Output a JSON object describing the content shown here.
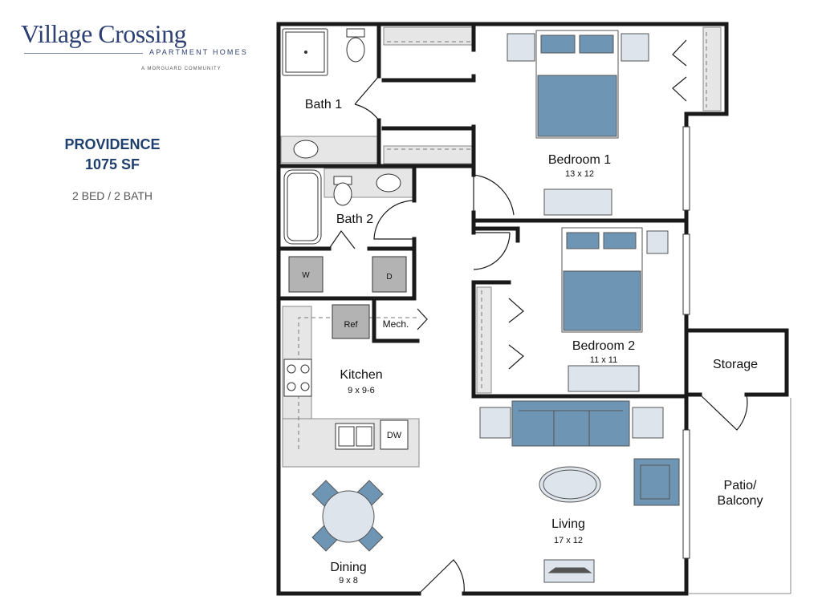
{
  "brand": {
    "title": "Village Crossing",
    "subtitle": "APARTMENT HOMES",
    "tagline": "A MORGUARD COMMUNITY"
  },
  "plan": {
    "name": "PROVIDENCE",
    "sqft": "1075 SF",
    "beds_baths": "2 BED / 2 BATH"
  },
  "rooms": {
    "bath1": "Bath 1",
    "bath2": "Bath 2",
    "bedroom1": "Bedroom 1",
    "bedroom1_size": "13 x 12",
    "bedroom2": "Bedroom 2",
    "bedroom2_size": "11 x 11",
    "kitchen": "Kitchen",
    "kitchen_size": "9 x 9-6",
    "living": "Living",
    "living_size": "17 x 12",
    "dining": "Dining",
    "dining_size": "9 x 8",
    "storage": "Storage",
    "patio_line1": "Patio/",
    "patio_line2": "Balcony",
    "mech": "Mech.",
    "ref": "Ref",
    "washer": "W",
    "dryer": "D",
    "dishwasher": "DW"
  },
  "colors": {
    "brand_navy": "#2d3f73",
    "plan_title": "#1f3f6e",
    "furniture_blue": "#6f95b5",
    "fixture_gray": "#e4e4e4",
    "wall": "#1a1a1a"
  }
}
